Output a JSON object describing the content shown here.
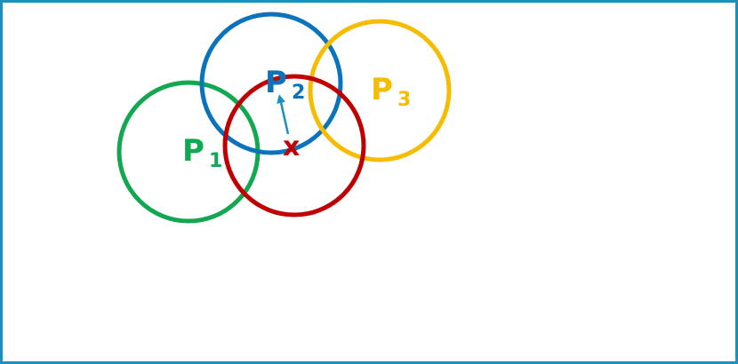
{
  "colors": {
    "frame": "#1a8fc0",
    "p1": "#12a851",
    "p2": "#0b72bc",
    "p3": "#f5bc00",
    "x": "#c00000",
    "arrow": "#1a8fc0"
  },
  "points": {
    "p1": {
      "letter": "P",
      "subscript": "1"
    },
    "p2": {
      "letter": "P",
      "subscript": "2"
    },
    "p3": {
      "letter": "P",
      "subscript": "3"
    },
    "x": {
      "label": "x"
    }
  }
}
